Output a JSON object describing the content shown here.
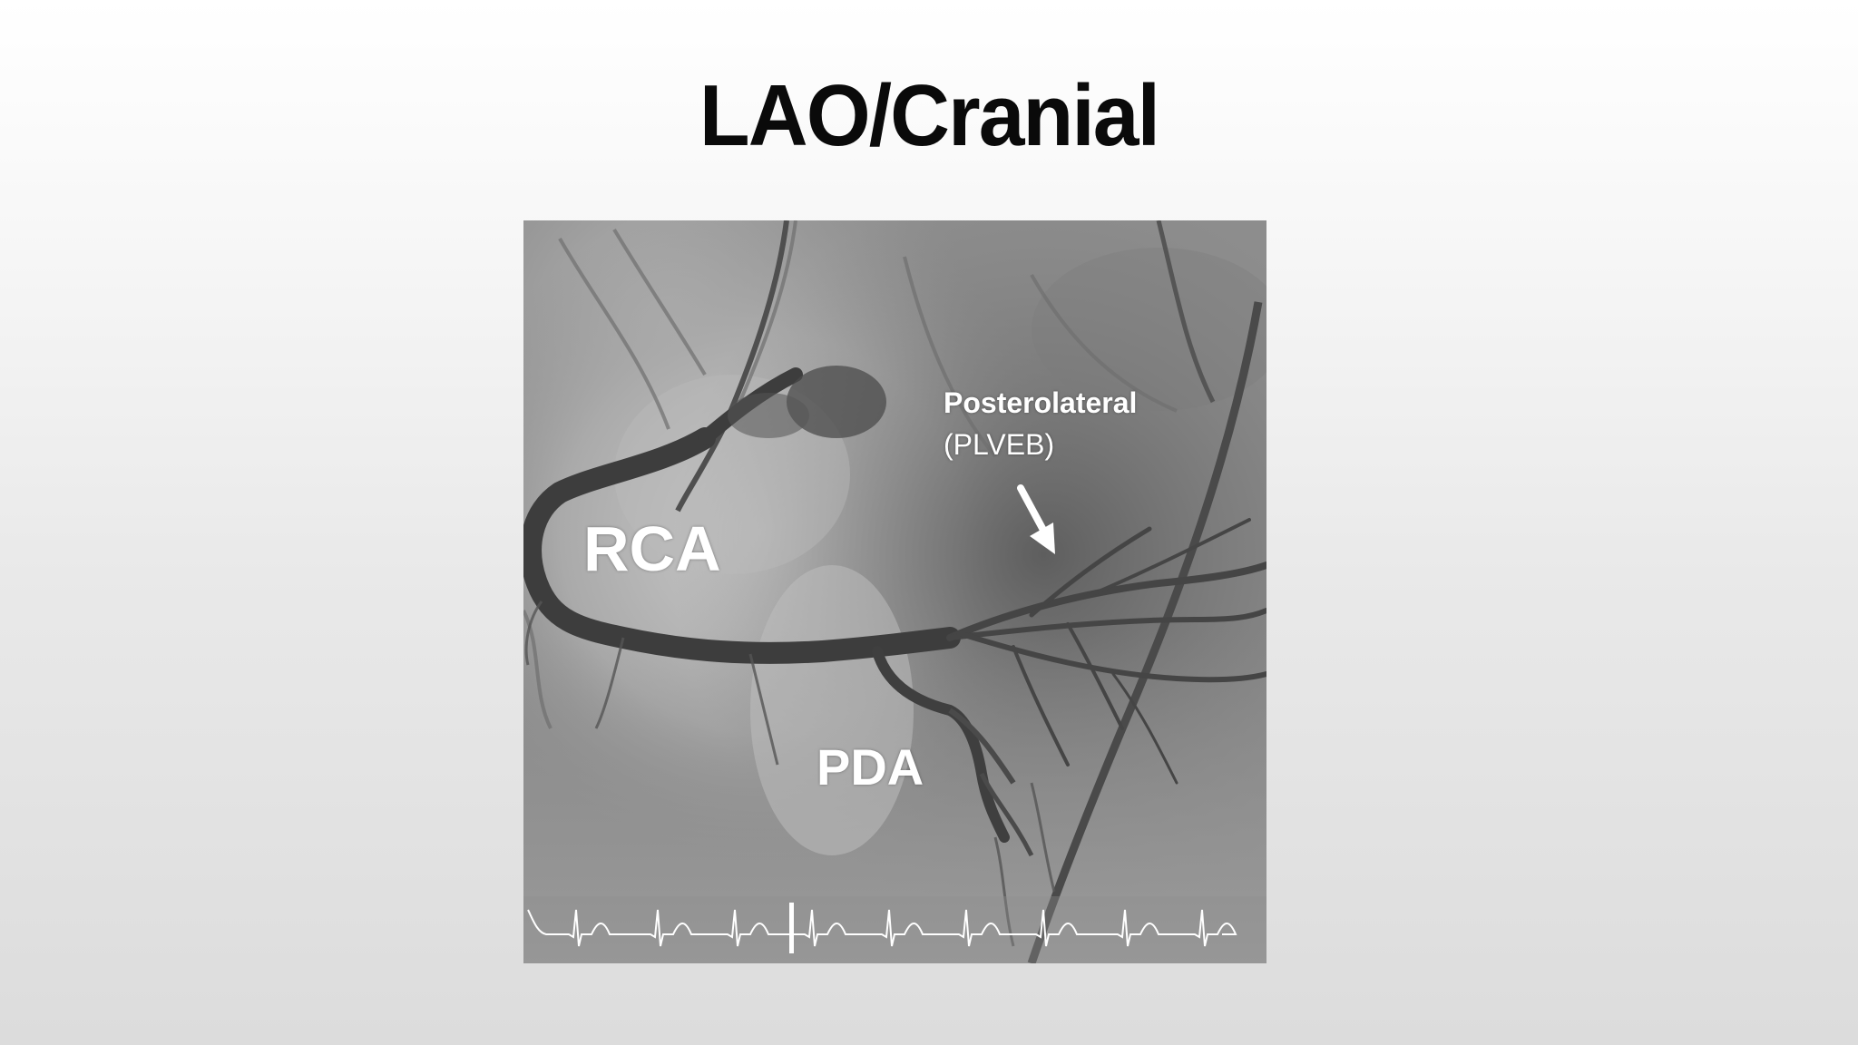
{
  "slide": {
    "title": "LAO/Cranial"
  },
  "angiogram": {
    "labels": {
      "rca": "RCA",
      "pda": "PDA",
      "posterolateral": "Posterolateral",
      "plveb": "(PLVEB)"
    }
  },
  "colors": {
    "title": "#0a0a0a",
    "label": "#ffffff",
    "background_top": "#ffffff",
    "background_bottom": "#dcdcdc"
  }
}
